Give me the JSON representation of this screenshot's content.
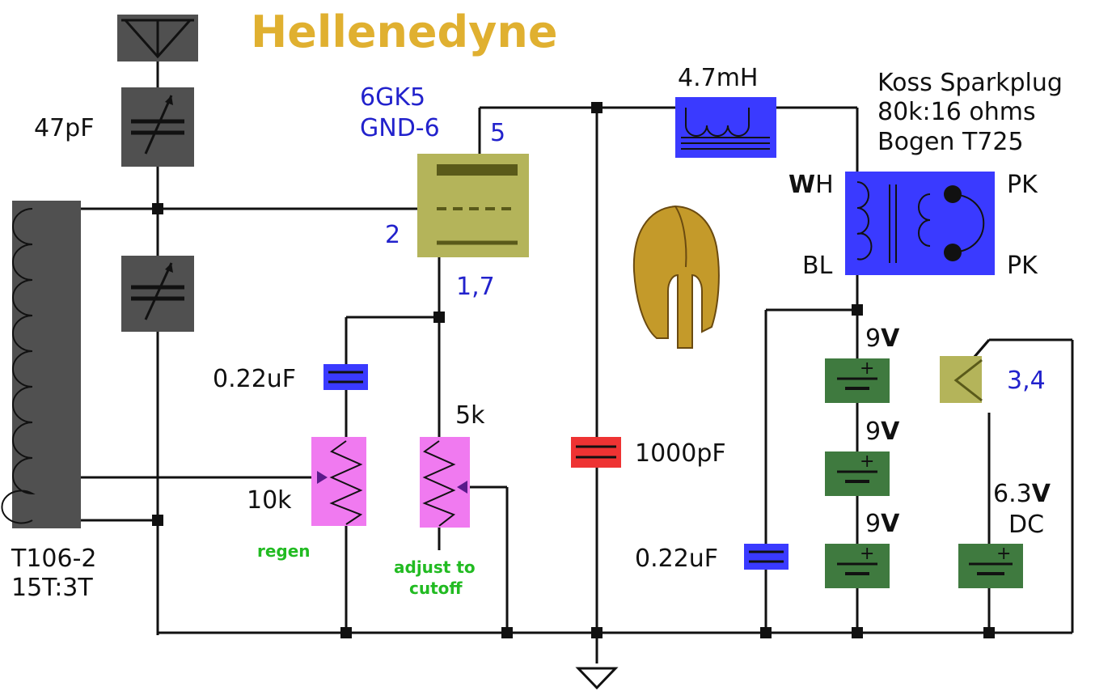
{
  "title": "Hellenedyne",
  "colors": {
    "title": "#e0b030",
    "wire": "#111111",
    "component_gray": "#505050",
    "tube": "#b4b45a",
    "inductor_blue": "#3a3aff",
    "capacitor_blue": "#3a3aff",
    "capacitor_red": "#ee3333",
    "resistor_magenta": "#f07af0",
    "battery_green": "#3f7a3f",
    "label_blue": "#2222cc",
    "label_green": "#22bb22",
    "helmet": "#c49a2a"
  },
  "labels": {
    "antenna_cap": "47pF",
    "coil_line1": "T106-2",
    "coil_line2": "15T:3T",
    "tube_line1": "6GK5",
    "tube_line2": "GND-6",
    "pin_plate": "5",
    "pin_grid": "2",
    "pin_cathode": "1,7",
    "pin_heater": "3,4",
    "coupling_cap": "0.22uF",
    "regen_pot": "10k",
    "regen_caption": "regen",
    "cutoff_pot": "5k",
    "cutoff_caption_line1": "adjust to",
    "cutoff_caption_line2": "cutoff",
    "choke": "4.7mH",
    "bypass_cap": "1000pF",
    "xfmr_line1": "Koss Sparkplug",
    "xfmr_line2": "80k:16 ohms",
    "xfmr_line3": "Bogen T725",
    "wire_wh_bold": "W",
    "wire_wh_rest": "H",
    "wire_bl": "BL",
    "wire_pk_top": "PK",
    "wire_pk_bottom": "PK",
    "battery1_num": "9",
    "battery2_num": "9",
    "battery3_num": "9",
    "battery_unit": "V",
    "supply_cap": "0.22uF",
    "heater_voltage_num": "6.3",
    "heater_voltage_unit": "V",
    "heater_dc": "DC",
    "battery_plus": "+"
  },
  "icons": [
    "antenna-icon",
    "ground-icon",
    "spartan-helmet-icon",
    "variable-capacitor-icon",
    "toroid-coil-icon",
    "potentiometer-icon",
    "battery-icon",
    "audio-transformer-icon",
    "vacuum-tube-icon",
    "inductor-icon"
  ]
}
